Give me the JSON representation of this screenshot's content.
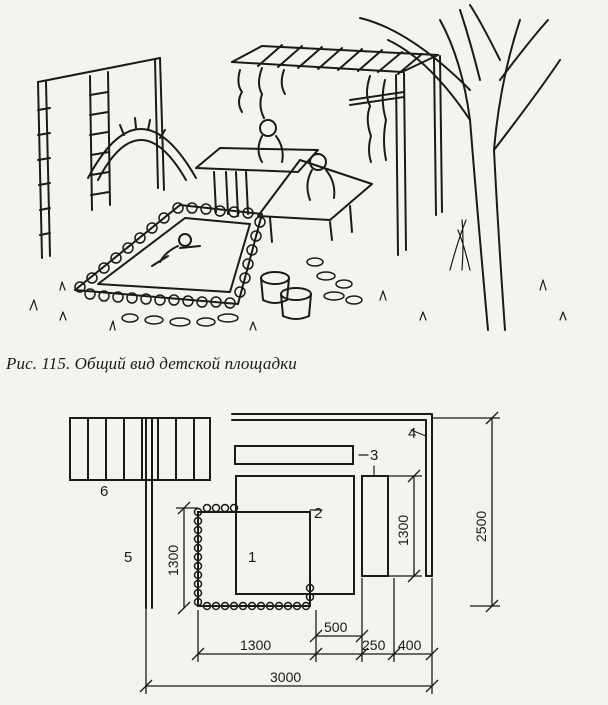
{
  "caption": "Рис. 115. Общий вид детской площадки",
  "plan": {
    "labels": {
      "area1": "1",
      "area2": "2",
      "area3": "3",
      "area4": "4",
      "area5": "5",
      "area6": "6"
    },
    "dimensions": {
      "d1300_left": "1300",
      "d1300_bottom": "1300",
      "d500": "500",
      "d250": "250",
      "d400": "400",
      "d3000": "3000",
      "d1300_right": "1300",
      "d2500": "2500"
    }
  }
}
